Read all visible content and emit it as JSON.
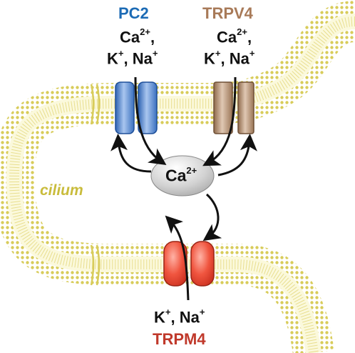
{
  "channels": {
    "pc2": {
      "name": "PC2",
      "color": "#1c6bb5",
      "ion_line1_base": "Ca",
      "ion_line1_sup": "2+",
      "ion_line1_tail": ",",
      "ion_line2_k": "K",
      "ion_line2_k_sup": "+",
      "ion_line2_sep": ", ",
      "ion_line2_na": "Na",
      "ion_line2_na_sup": "+"
    },
    "trpv4": {
      "name": "TRPV4",
      "color": "#a87a58",
      "ion_line1_base": "Ca",
      "ion_line1_sup": "2+",
      "ion_line1_tail": ",",
      "ion_line2_k": "K",
      "ion_line2_k_sup": "+",
      "ion_line2_sep": ", ",
      "ion_line2_na": "Na",
      "ion_line2_na_sup": "+"
    },
    "trpm4": {
      "name": "TRPM4",
      "color": "#c0392b",
      "ion_line2_k": "K",
      "ion_line2_k_sup": "+",
      "ion_line2_sep": ", ",
      "ion_line2_na": "Na",
      "ion_line2_na_sup": "+"
    }
  },
  "calcium": {
    "base": "Ca",
    "sup": "2+"
  },
  "cilium_label": "cilium",
  "colors": {
    "membrane": "#d8cc5a",
    "membrane_fill": "#f3efb8",
    "pc2_fill": "#4f86cf",
    "trpv4_fill": "#b8906e",
    "trpm4_fill": "#e74c3c",
    "calcium_fill": "#d9d9d9"
  }
}
